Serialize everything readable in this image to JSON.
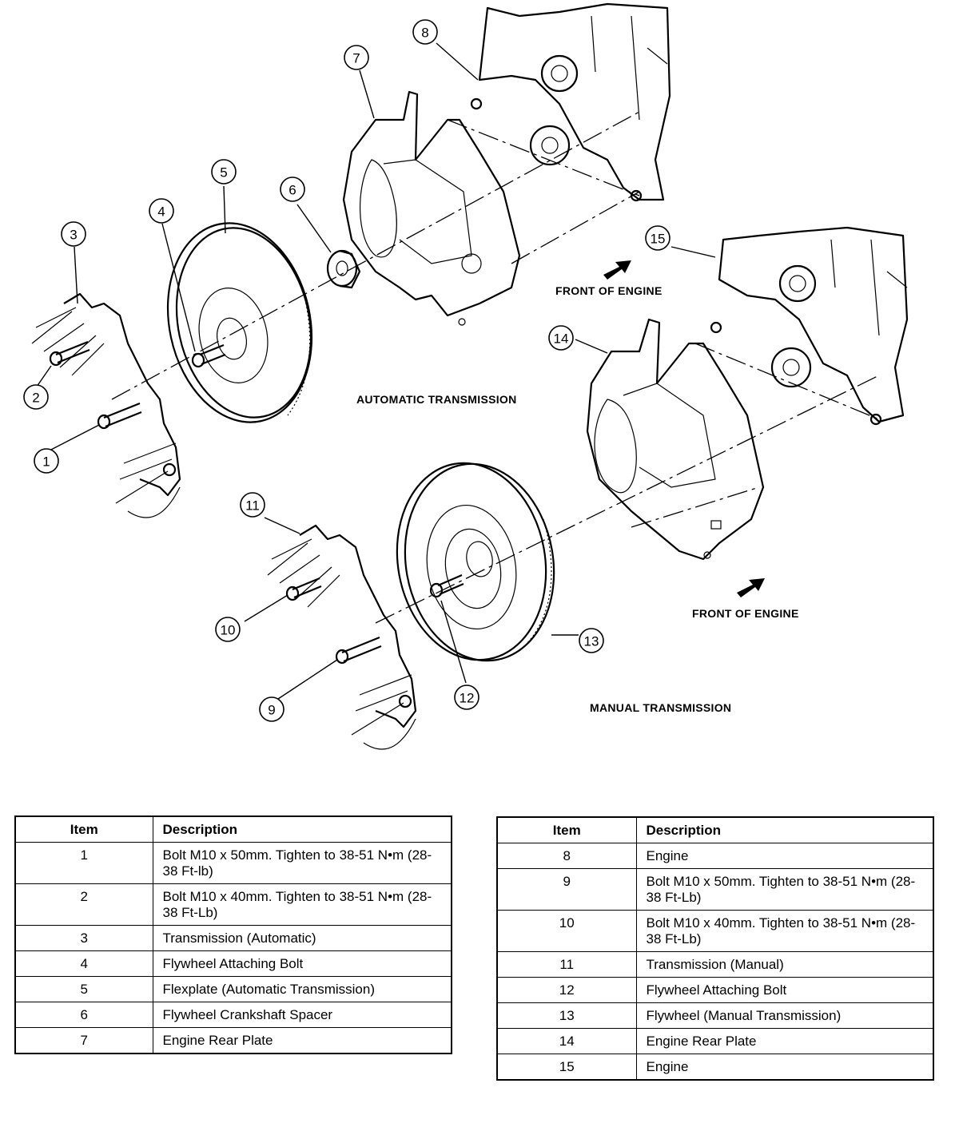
{
  "labels": {
    "front_of_engine": "FRONT OF ENGINE",
    "automatic_transmission": "AUTOMATIC TRANSMISSION",
    "manual_transmission": "MANUAL TRANSMISSION"
  },
  "callouts": [
    "1",
    "2",
    "3",
    "4",
    "5",
    "6",
    "7",
    "8",
    "9",
    "10",
    "11",
    "12",
    "13",
    "14",
    "15"
  ],
  "table_headers": {
    "item": "Item",
    "description": "Description"
  },
  "legend_left": [
    {
      "item": "1",
      "description": "Bolt M10 x 50mm. Tighten to 38-51 N•m (28-38 Ft-lb)"
    },
    {
      "item": "2",
      "description": "Bolt M10 x 40mm. Tighten to 38-51 N•m (28-38 Ft-Lb)"
    },
    {
      "item": "3",
      "description": "Transmission (Automatic)"
    },
    {
      "item": "4",
      "description": "Flywheel Attaching Bolt"
    },
    {
      "item": "5",
      "description": "Flexplate (Automatic Transmission)"
    },
    {
      "item": "6",
      "description": "Flywheel Crankshaft Spacer"
    },
    {
      "item": "7",
      "description": "Engine Rear Plate"
    }
  ],
  "legend_right": [
    {
      "item": "8",
      "description": "Engine"
    },
    {
      "item": "9",
      "description": "Bolt M10 x 50mm. Tighten to 38-51 N•m (28-38 Ft-Lb)"
    },
    {
      "item": "10",
      "description": "Bolt M10 x 40mm. Tighten to 38-51 N•m (28-38 Ft-Lb)"
    },
    {
      "item": "11",
      "description": "Transmission (Manual)"
    },
    {
      "item": "12",
      "description": "Flywheel Attaching Bolt"
    },
    {
      "item": "13",
      "description": "Flywheel (Manual Transmission)"
    },
    {
      "item": "14",
      "description": "Engine Rear Plate"
    },
    {
      "item": "15",
      "description": "Engine"
    }
  ]
}
